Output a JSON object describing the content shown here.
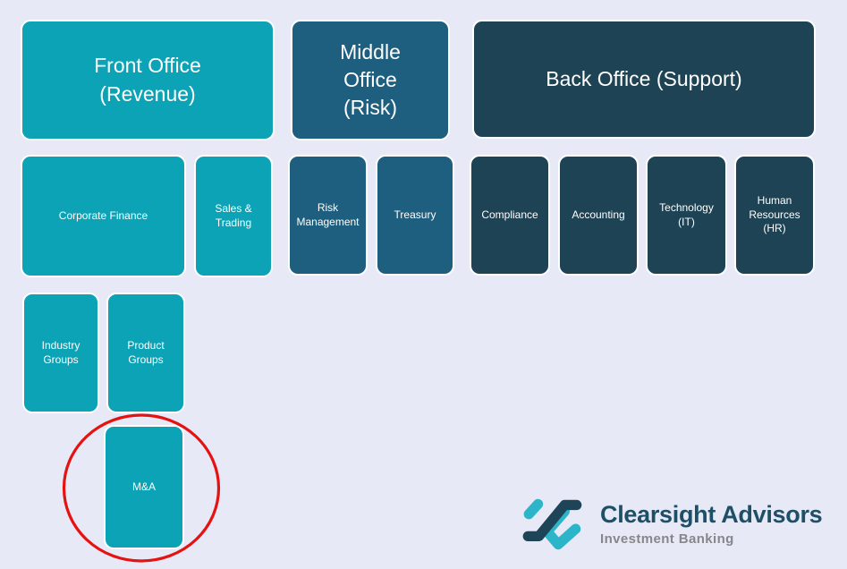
{
  "slide": {
    "background": "#e7e9f6"
  },
  "palette": {
    "teal": "#0ba3b5",
    "medium_blue": "#1e5e7e",
    "dark_navy": "#1d4355",
    "box_text": "#ffffff",
    "annotation_red": "#e51212",
    "logo_title_color": "#1e4f66",
    "logo_tagline_color": "#85878a",
    "logo_mark_teal": "#2cb5c9",
    "logo_mark_navy": "#1d4557"
  },
  "org_chart": {
    "title_row": [
      {
        "label": "Front Office (Revenue)"
      },
      {
        "label": "Middle Office (Risk)"
      },
      {
        "label": "Back Office (Support)"
      }
    ],
    "front_office_children": [
      {
        "label": "Corporate Finance"
      },
      {
        "label": "Sales & Trading"
      }
    ],
    "middle_office_children": [
      {
        "label": "Risk Management"
      },
      {
        "label": "Treasury"
      }
    ],
    "back_office_children": [
      {
        "label": "Compliance"
      },
      {
        "label": "Accounting"
      },
      {
        "label": "Technology (IT)"
      },
      {
        "label": "Human Resources (HR)"
      }
    ],
    "corporate_finance_children": [
      {
        "label": "Industry Groups"
      },
      {
        "label": "Product Groups"
      }
    ],
    "product_groups_children": [
      {
        "label": "M&A"
      }
    ],
    "highlight": {
      "shape": "ellipse",
      "around": "M&A",
      "color": "#e51212"
    }
  },
  "logo": {
    "company": "Clearsight Advisors",
    "tagline": "Investment Banking"
  }
}
